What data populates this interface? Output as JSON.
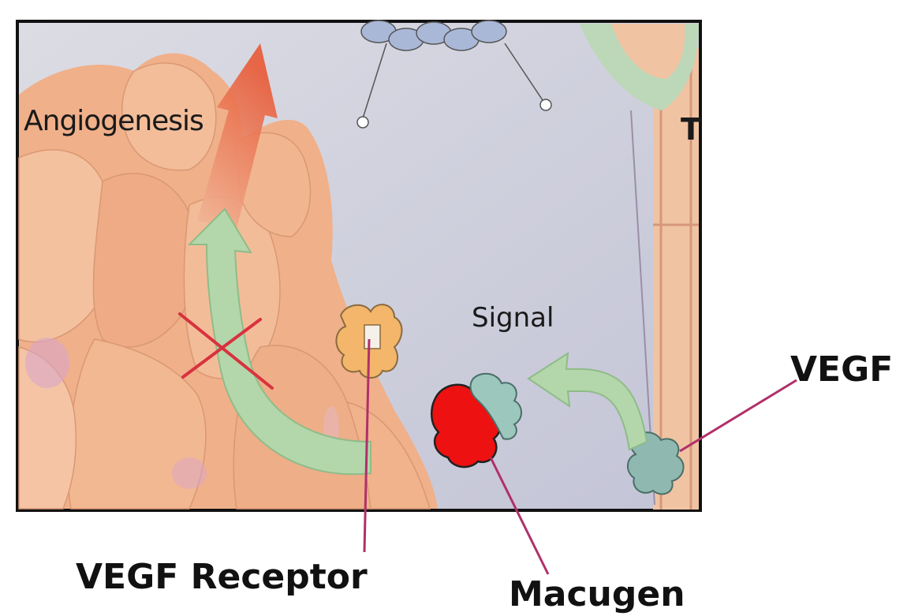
{
  "labels": {
    "angiogenesis": "Angiogenesis",
    "signal": "Signal",
    "t_fragment": "T",
    "vegf": "VEGF",
    "vegf_receptor": "VEGF Receptor",
    "macugen": "Macugen"
  },
  "colors": {
    "frame": "#111111",
    "background": "#c9cada",
    "cell": "#f1b48f",
    "green_arrow": "#a9cfa0",
    "red_arrow": "#e8603e",
    "macugen": "#ee1111",
    "pointer_line": "#b0306a",
    "cross": "#d8323e"
  }
}
